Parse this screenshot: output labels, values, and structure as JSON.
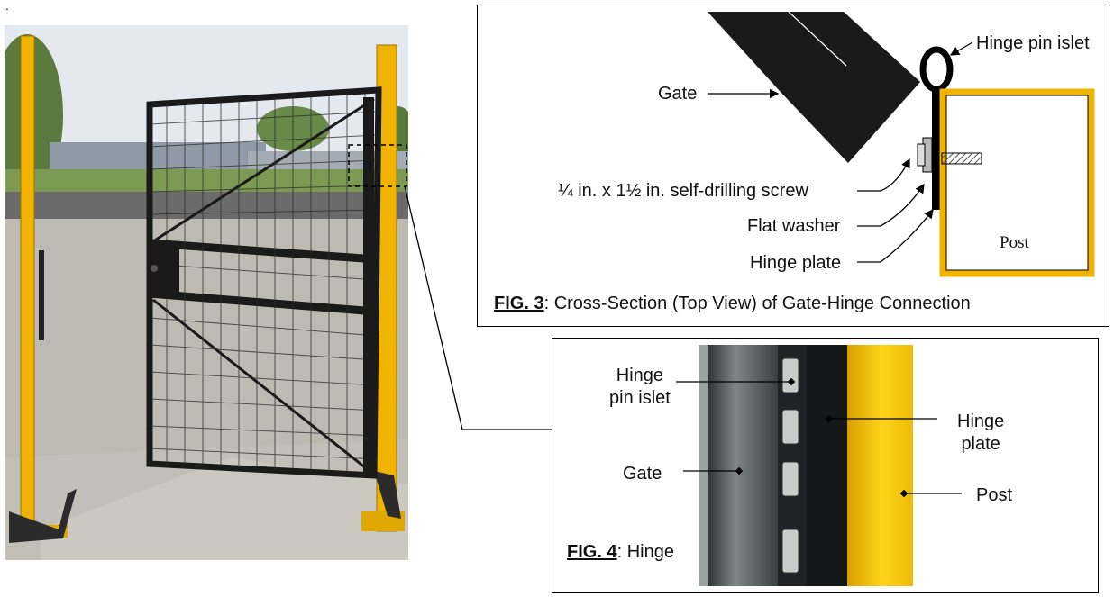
{
  "stray_mark": ".",
  "fig3": {
    "number": "FIG. 3",
    "caption": ": Cross-Section (Top View) of Gate-Hinge Connection",
    "labels": {
      "hinge_pin_islet": "Hinge pin islet",
      "gate": "Gate",
      "screw": "¼ in. x 1½ in. self-drilling screw",
      "flat_washer": "Flat washer",
      "hinge_plate": "Hinge plate",
      "post": "Post"
    }
  },
  "fig4": {
    "number": "FIG. 4",
    "caption": ": Hinge",
    "labels": {
      "hinge_pin_islet": "Hinge\npin islet",
      "hinge_plate": "Hinge\nplate",
      "gate": "Gate",
      "post": "Post"
    }
  },
  "colors": {
    "post_yellow": "#f0b400",
    "gate_black": "#1a1a1a",
    "sky": "#dfe7ee",
    "concrete": "#b9b6ae"
  }
}
